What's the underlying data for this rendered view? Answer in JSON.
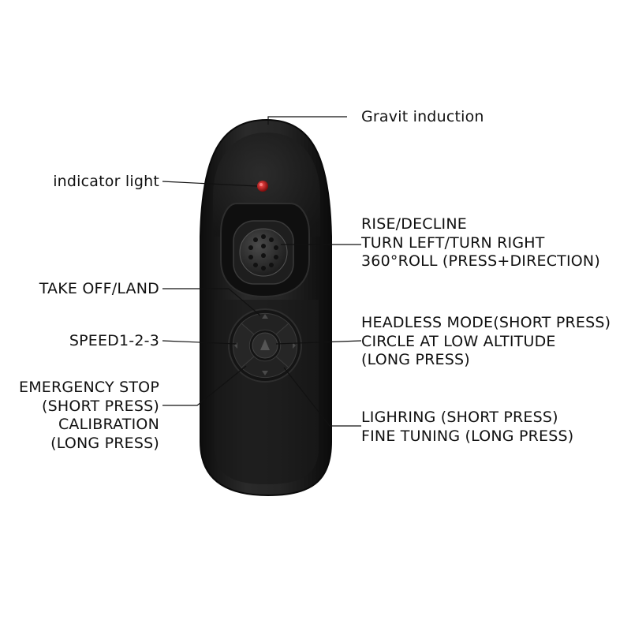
{
  "labels": {
    "gravity_induction": [
      "Gravit induction"
    ],
    "indicator_light": [
      "indicator light"
    ],
    "joystick": [
      "RISE/DECLINE",
      "TURN LEFT/TURN RIGHT",
      "360°ROLL  (PRESS+DIRECTION)"
    ],
    "take_off_land": [
      "TAKE OFF/LAND"
    ],
    "headless_mode": [
      "HEADLESS MODE(SHORT PRESS)",
      "CIRCLE AT LOW ALTITUDE",
      "(LONG PRESS)"
    ],
    "speed": [
      "SPEED1-2-3"
    ],
    "emergency_stop": [
      "EMERGENCY STOP",
      "(SHORT PRESS)",
      "CALIBRATION",
      "(LONG PRESS)"
    ],
    "lighring": [
      "LIGHRING  (SHORT PRESS)",
      "FINE TUNING  (LONG PRESS)"
    ]
  },
  "colors": {
    "body": "#1c1c1c",
    "body_edge": "#0c0c0c",
    "led": "#b01818",
    "leader": "#111111",
    "text": "#111111"
  },
  "icons": [
    "indicator-led-icon",
    "joystick-icon",
    "dpad-icon"
  ]
}
